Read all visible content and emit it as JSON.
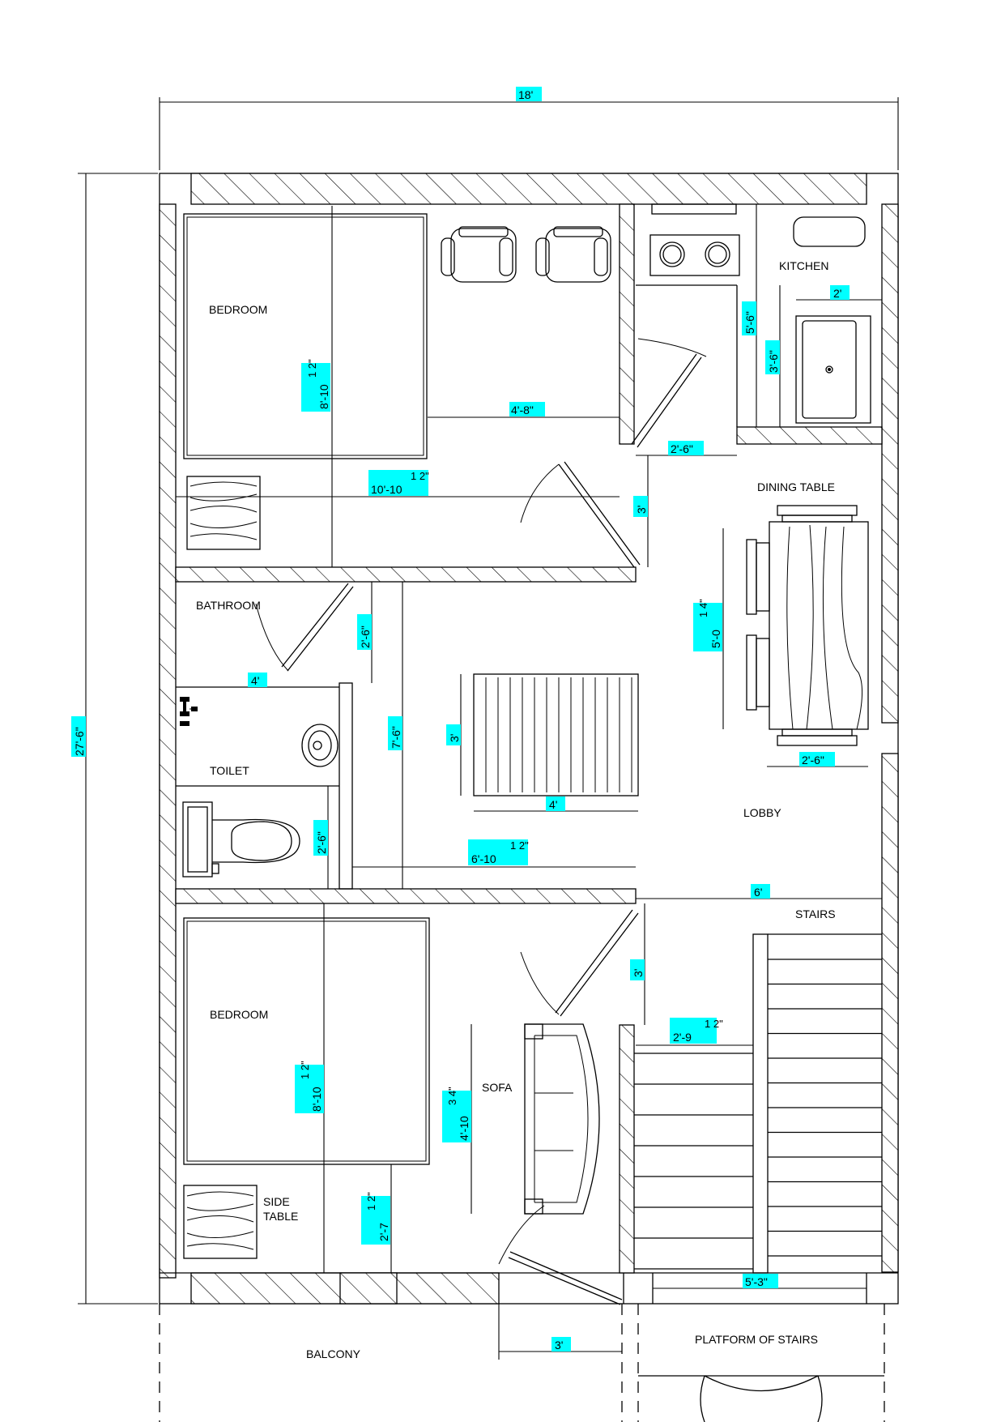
{
  "rooms": {
    "bedroom_top": "BEDROOM",
    "bedroom_bottom": "BEDROOM",
    "kitchen": "KITCHEN",
    "dining_table": "DINING TABLE",
    "bathroom": "BATHROOM",
    "toilet": "TOILET",
    "lobby": "LOBBY",
    "stairs": "STAIRS",
    "sofa": "SOFA",
    "side_table_1": "SIDE",
    "side_table_2": "TABLE",
    "balcony": "BALCONY",
    "platform": "PLATFORM OF STAIRS"
  },
  "dims": {
    "overall_width": "18'",
    "overall_depth": "27'-6\"",
    "bed_top_height": "8'-10",
    "bed_top_height_frac": "1 2\"",
    "bed_wardrobe_gap": "4'-8\"",
    "bed_top_width": "10'-10",
    "bed_top_width_frac": "1 2\"",
    "kitchen_depth": "5'-6\"",
    "sink_depth": "3'-6\"",
    "kitchen_counter": "2'",
    "kitchen_door": "2'-6\"",
    "passage_3a": "3'",
    "dining_len": "5'-0",
    "dining_len_frac": "1 4\"",
    "dining_w": "2'-6\"",
    "bath_door": "2'-6\"",
    "bath_width": "4'",
    "bath_depth": "7'-6\"",
    "rug_h": "3'",
    "rug_w": "4'",
    "toilet_door": "2'-6\"",
    "lobby_width": "6'-10",
    "lobby_width_frac": "1 2\"",
    "stair_width": "6'",
    "passage_3b": "3'",
    "stair_gap": "2'-9",
    "stair_gap_frac": "1 2\"",
    "bed_bottom_height": "8'-10",
    "bed_bottom_height_frac": "1 2\"",
    "sofa_len": "4'-10",
    "sofa_len_frac": "3 4\"",
    "side_gap": "2'-7",
    "side_gap_frac": "1 2\"",
    "stair_platform": "5'-3\"",
    "entry_door": "3'"
  }
}
